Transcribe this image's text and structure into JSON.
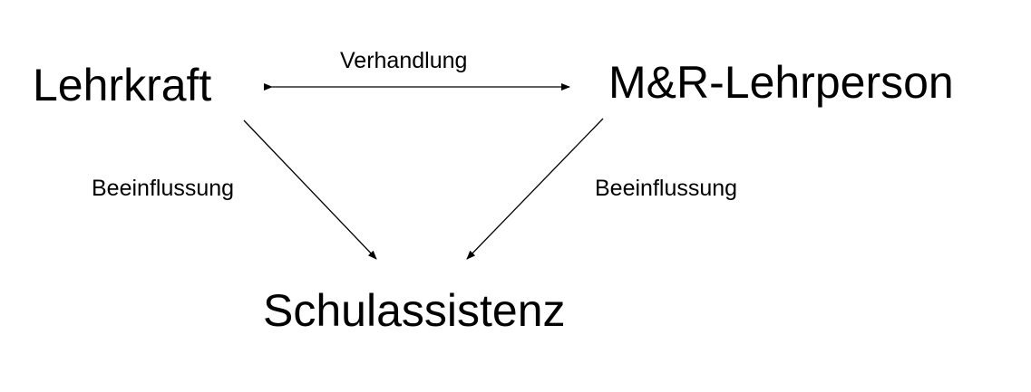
{
  "nodes": {
    "lehrkraft": "Lehrkraft",
    "mr_lehrperson": "M&R-Lehrperson",
    "schulassistenz": "Schulassistenz"
  },
  "edges": {
    "verhandlung": "Verhandlung",
    "beeinflussung_left": "Beeinflussung",
    "beeinflussung_right": "Beeinflussung"
  },
  "colors": {
    "text": "#000000",
    "line": "#000000",
    "background": "#ffffff"
  }
}
